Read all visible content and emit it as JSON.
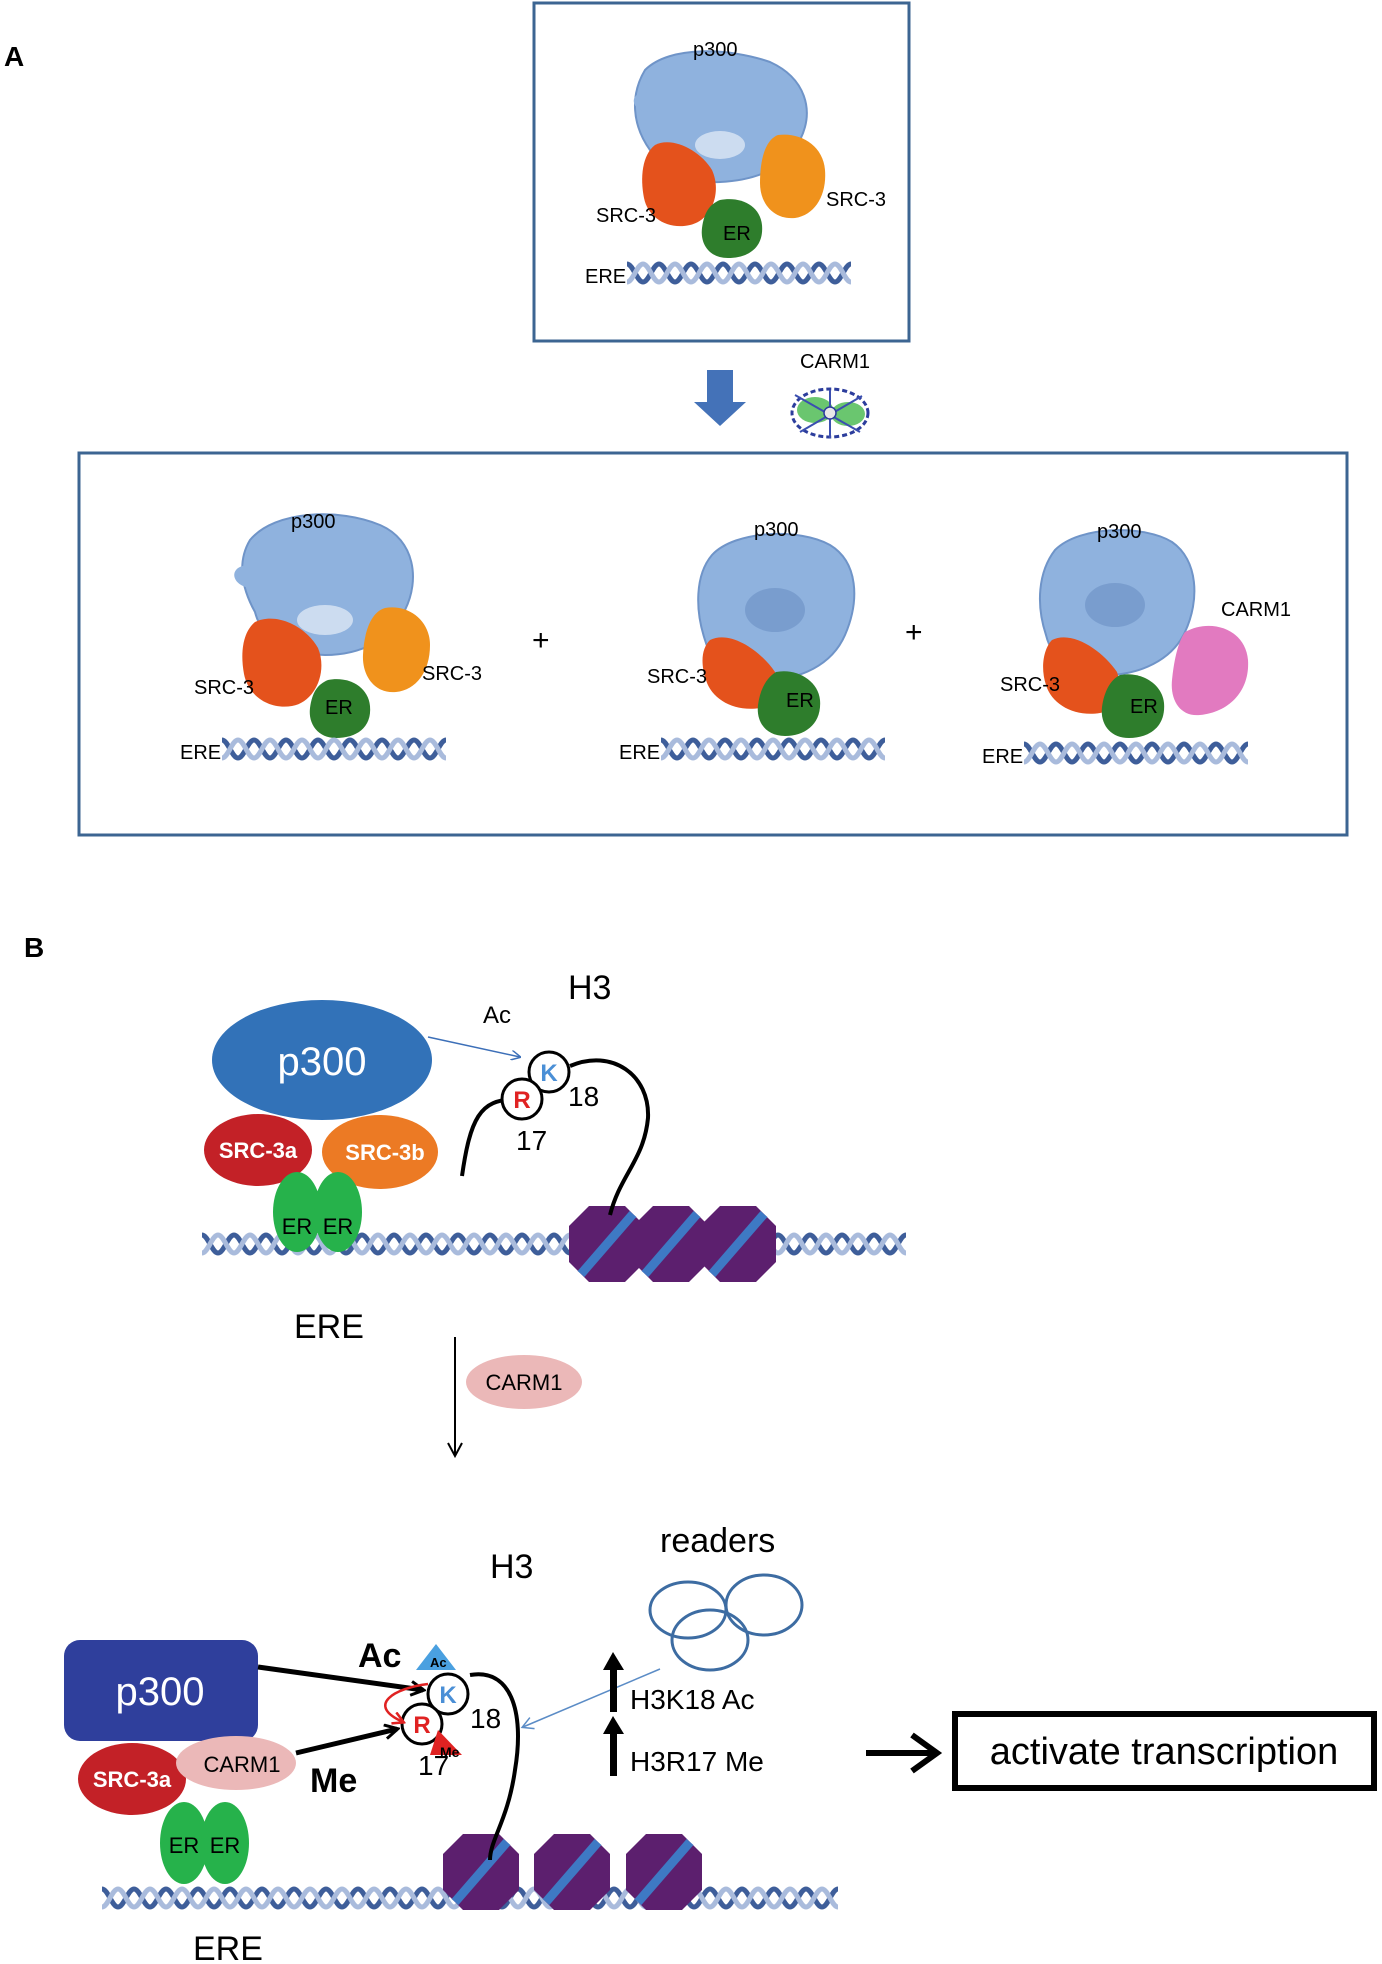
{
  "panel_a": {
    "label": "A",
    "top_complex": {
      "p300": "p300",
      "src3_left": "SRC-3",
      "src3_right": "SRC-3",
      "er": "ER",
      "ere": "ERE"
    },
    "carm1_label": "CARM1",
    "plus1": "+",
    "plus2": "+",
    "complex1": {
      "p300": "p300",
      "src3_left": "SRC-3",
      "src3_right": "SRC-3",
      "er": "ER",
      "ere": "ERE"
    },
    "complex2": {
      "p300": "p300",
      "src3": "SRC-3",
      "er": "ER",
      "ere": "ERE"
    },
    "complex3": {
      "p300": "p300",
      "carm1": "CARM1",
      "src3": "SRC-3",
      "er": "ER",
      "ere": "ERE"
    }
  },
  "panel_b": {
    "label": "B",
    "top": {
      "p300": "p300",
      "src3a": "SRC-3a",
      "src3b": "SRC-3b",
      "er1": "ER",
      "er2": "ER",
      "ere": "ERE",
      "h3": "H3",
      "ac": "Ac",
      "k": "K",
      "r": "R",
      "n18": "18",
      "n17": "17"
    },
    "carm1": "CARM1",
    "bottom": {
      "h3": "H3",
      "readers": "readers",
      "p300": "p300",
      "src3a": "SRC-3a",
      "carm1": "CARM1",
      "er1": "ER",
      "er2": "ER",
      "ere": "ERE",
      "ac_big": "Ac",
      "ac_small": "Ac",
      "me_big": "Me",
      "me_small": "Me",
      "k": "K",
      "r": "R",
      "n18": "18",
      "n17": "17",
      "h3k18": "H3K18 Ac",
      "h3r17": "H3R17 Me",
      "activate": "activate transcription"
    }
  },
  "colors": {
    "frame": "#3c6592",
    "p300_surface": "#8fb2de",
    "src3_red": "#e4521c",
    "src3_orange": "#f0921c",
    "er_green": "#2e7d2c",
    "carm1_pink": "#e27ac0",
    "dna": "#5a78ac",
    "b_p300": "#3272b8",
    "b_src3a": "#c32127",
    "b_src3b": "#ec7a24",
    "b_er": "#26b24b",
    "b_carm1": "#ebb8b8",
    "nucleosome": "#5c1f6e",
    "b_p300_dark": "#2f3f9c",
    "readers": "#3d6ca2"
  }
}
